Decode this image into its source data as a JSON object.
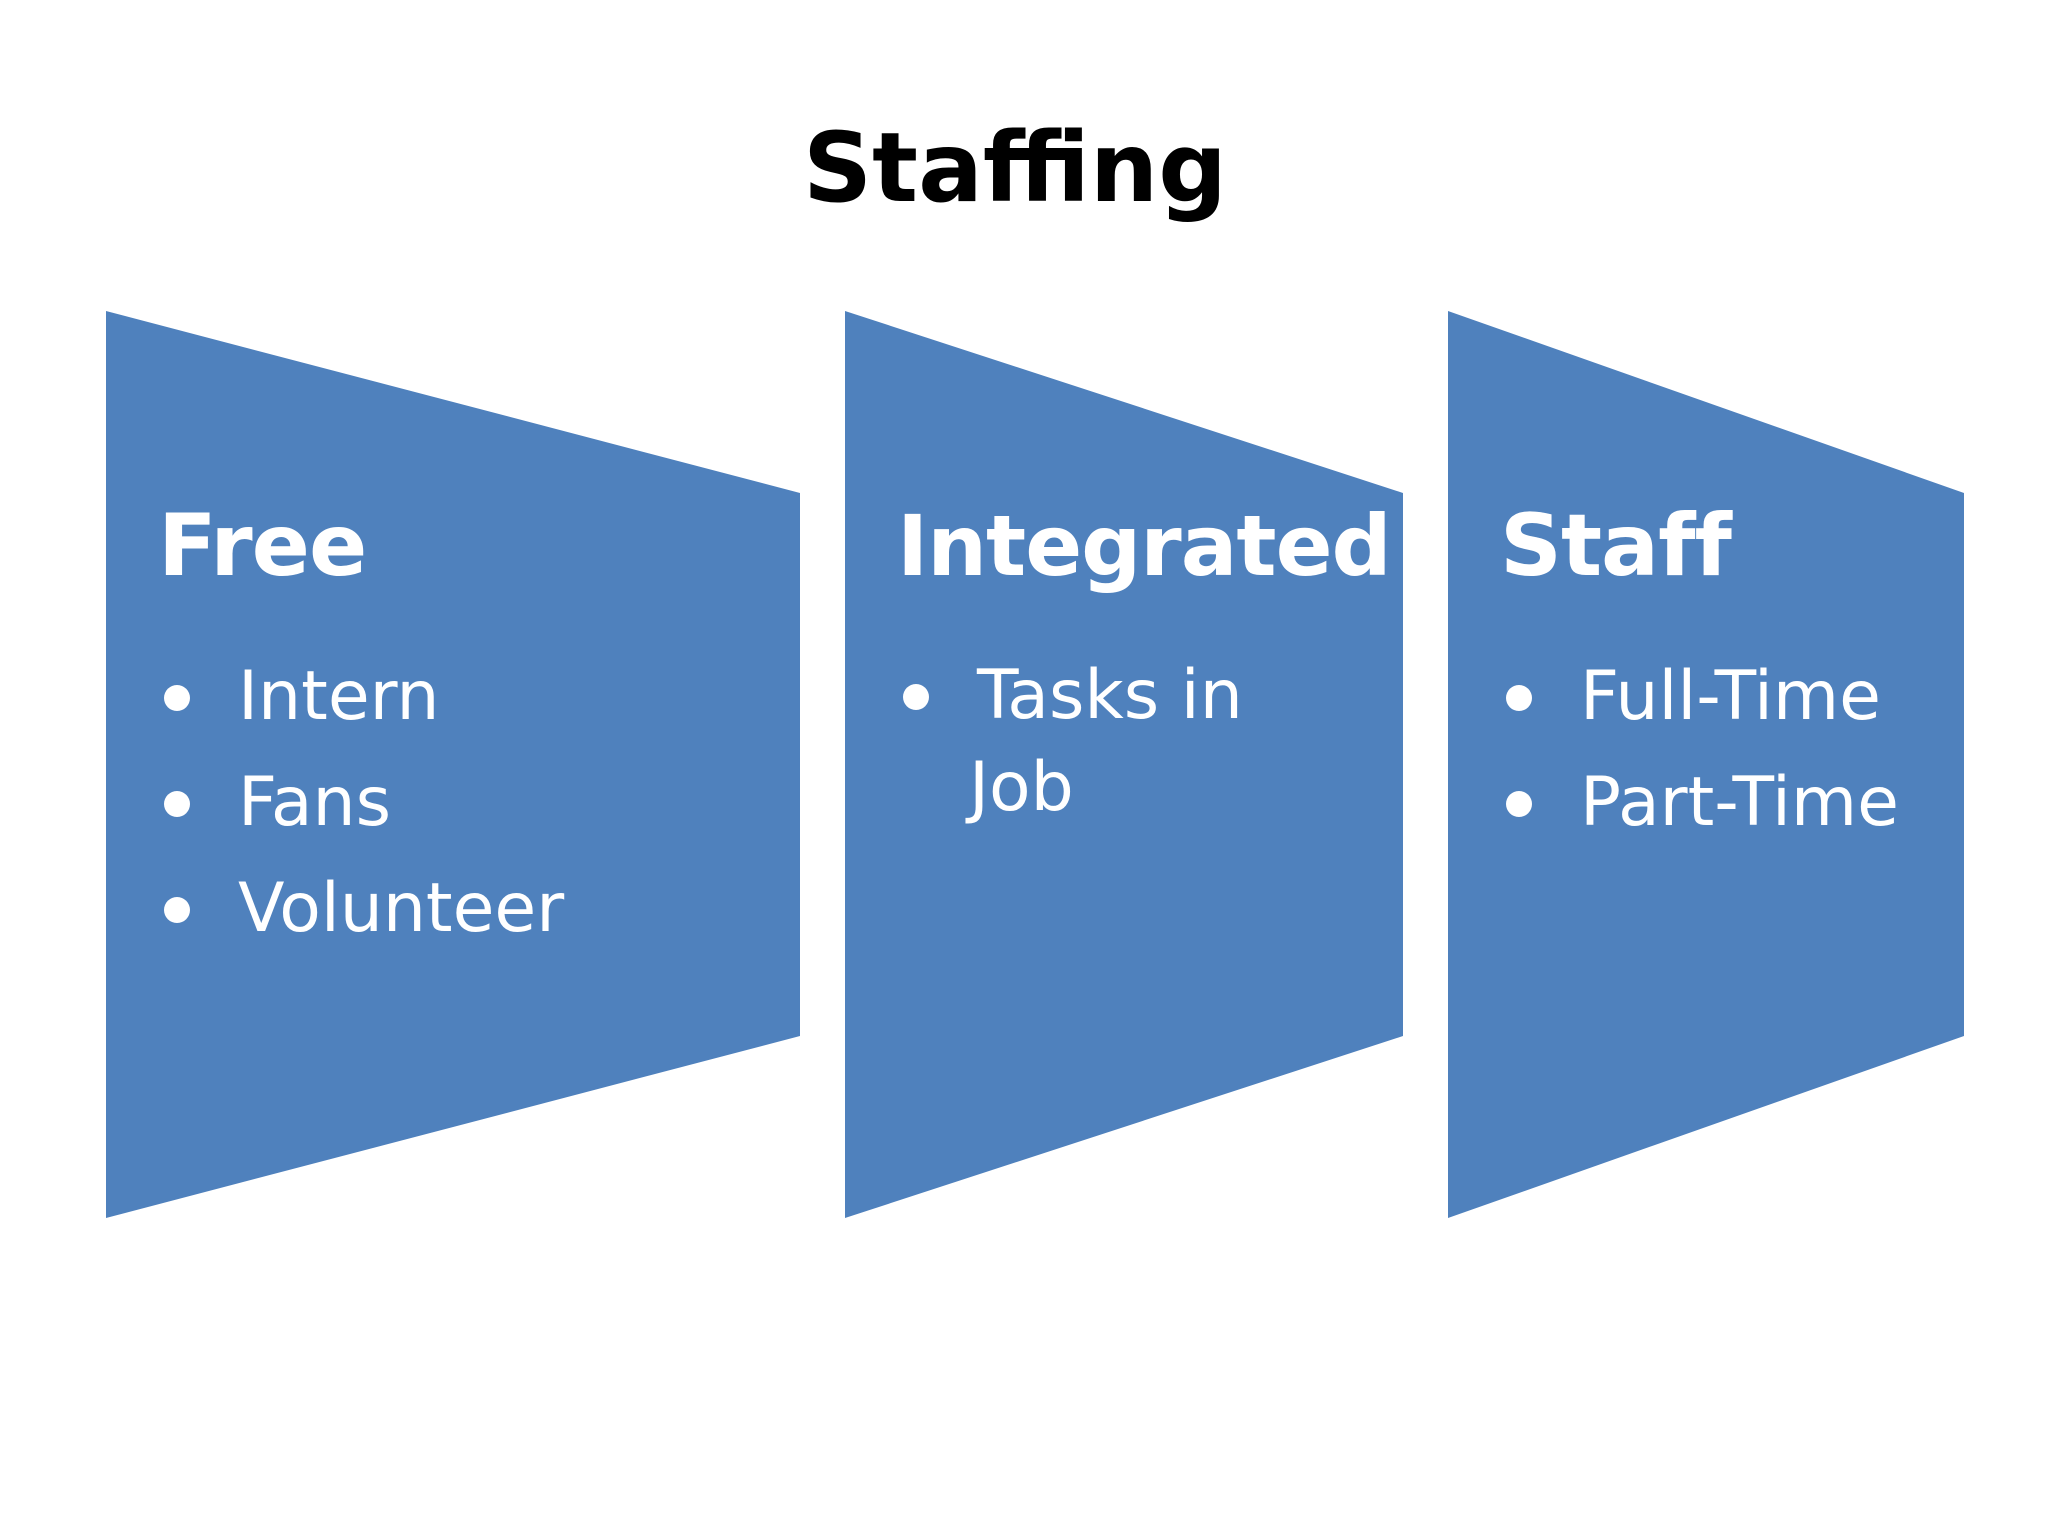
{
  "title": "Staffing",
  "colors": {
    "panel_fill": "#4F81BD",
    "text_on_panel": "#FFFFFF",
    "title": "#000000",
    "background": "#FFFFFF"
  },
  "panels": [
    {
      "heading": "Free",
      "items": [
        "Intern",
        "Fans",
        "Volunteer"
      ]
    },
    {
      "heading": "Integrated",
      "items": [
        "Tasks in Job"
      ]
    },
    {
      "heading": "Staff",
      "items": [
        "Full-Time",
        "Part-Time"
      ]
    }
  ]
}
